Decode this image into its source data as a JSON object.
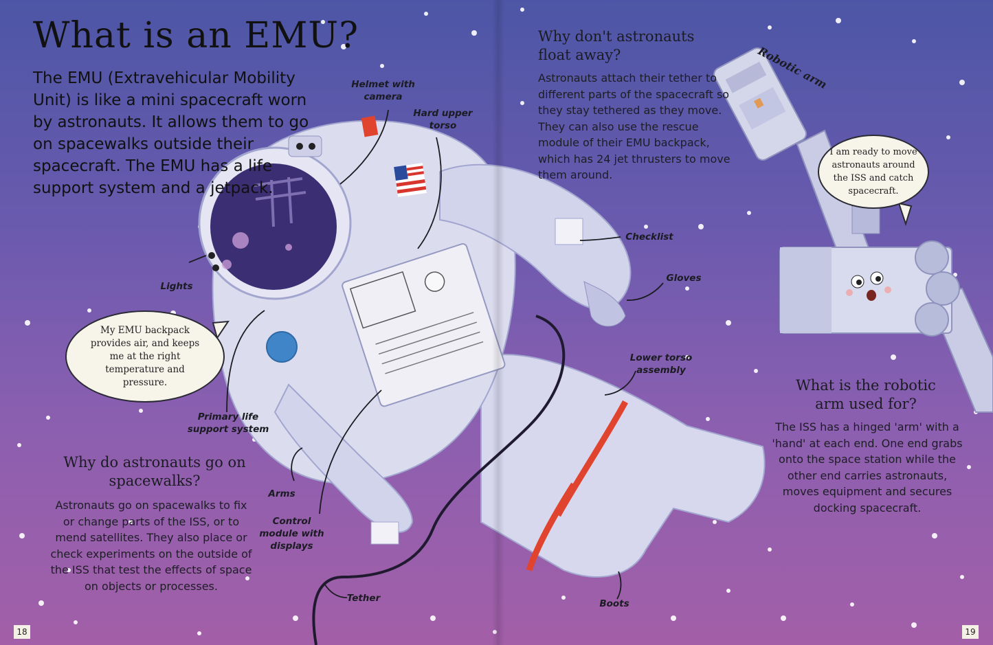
{
  "left_page": {
    "title": "What is an EMU?",
    "intro": "The EMU (Extravehicular Mobility Unit) is like a mini spacecraft worn by astronauts. It allows them to go on spacewalks outside their spacecraft. The EMU has a life support system and a jetpack.",
    "bubble": "My EMU backpack provides air, and keeps me at the right temperature and pressure.",
    "spacewalks_heading": "Why do astronauts go on spacewalks?",
    "spacewalks_text": "Astronauts go on spacewalks to fix or change parts of the ISS, or to mend satellites. They also place or check experiments on the outside of the ISS that test the effects of space on objects or processes.",
    "page_number": "18"
  },
  "labels": {
    "helmet": "Helmet with camera",
    "upper_torso": "Hard upper torso",
    "lights": "Lights",
    "primary_life_support": "Primary life support system",
    "arms": "Arms",
    "control_module": "Control module with displays",
    "tether": "Tether",
    "checklist": "Checklist",
    "gloves": "Gloves",
    "lower_torso": "Lower torso assembly",
    "boots": "Boots",
    "robotic_arm": "Robotic arm"
  },
  "right_page": {
    "float_heading": "Why don't astronauts float away?",
    "float_text": "Astronauts attach their tether to different parts of the spacecraft so they stay tethered as they move. They can also use the rescue module of their EMU backpack, which has 24 jet thrusters to move them around.",
    "arm_bubble": "I am ready to move astronauts around the ISS and catch spacecraft.",
    "arm_heading": "What is the robotic arm used for?",
    "arm_text": "The ISS has a hinged 'arm' with a 'hand' at each end. One end grabs onto the space station while the other end carries astronauts, moves equipment and secures docking spacecraft.",
    "page_number": "19"
  },
  "colors": {
    "suit": "#dcdcef",
    "suit_shadow": "#a9aed3",
    "visor": "#3b2e73",
    "stripe_red": "#e0442e",
    "paper": "#f7f4ea"
  }
}
